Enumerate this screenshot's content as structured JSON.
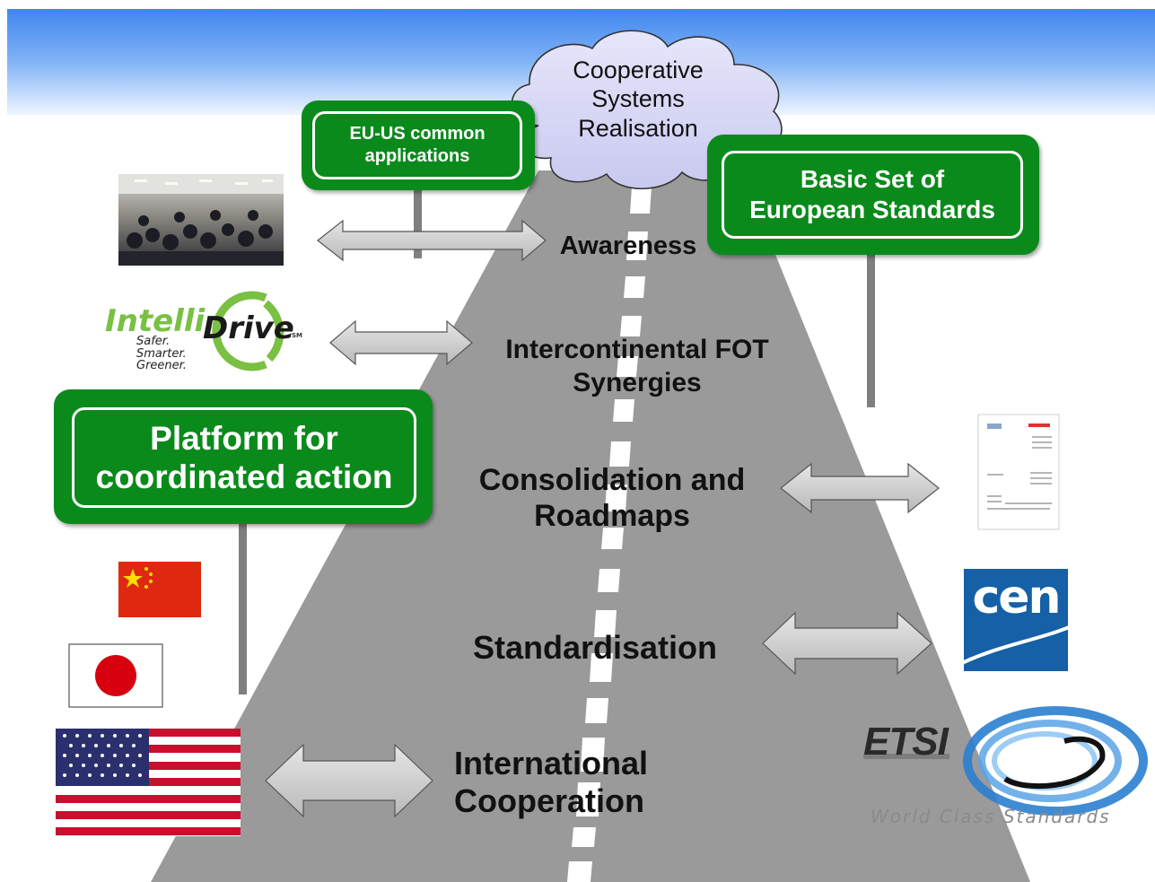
{
  "cloud": {
    "text": "Cooperative\nSystems\nRealisation"
  },
  "signs": {
    "eu_us": "EU-US common\napplications",
    "basic_set": "Basic Set of\nEuropean Standards",
    "platform": "Platform for\ncoordinated action"
  },
  "road_labels": {
    "awareness": "Awareness",
    "fot": "Intercontinental FOT\nSynergies",
    "consolidation": "Consolidation and\nRoadmaps",
    "standardisation": "Standardisation",
    "international": "International\nCooperation"
  },
  "logos": {
    "intellidrive_intelli": "Intelli",
    "intellidrive_drive": "Drive",
    "intellidrive_sm": "SM",
    "intellidrive_tagline": "Safer.\nSmarter.\nGreener.",
    "cen": "cen",
    "etsi": "ETSI",
    "etsi_tagline": "World Class Standards"
  },
  "colors": {
    "sign_green": "#0b8a1c",
    "road_gray": "#9a9a9a",
    "arrow_gray": "#c8c8c8",
    "cen_blue": "#1560a6",
    "etsi_blue": "#2a7fd0",
    "flag_red": "#de2910"
  }
}
